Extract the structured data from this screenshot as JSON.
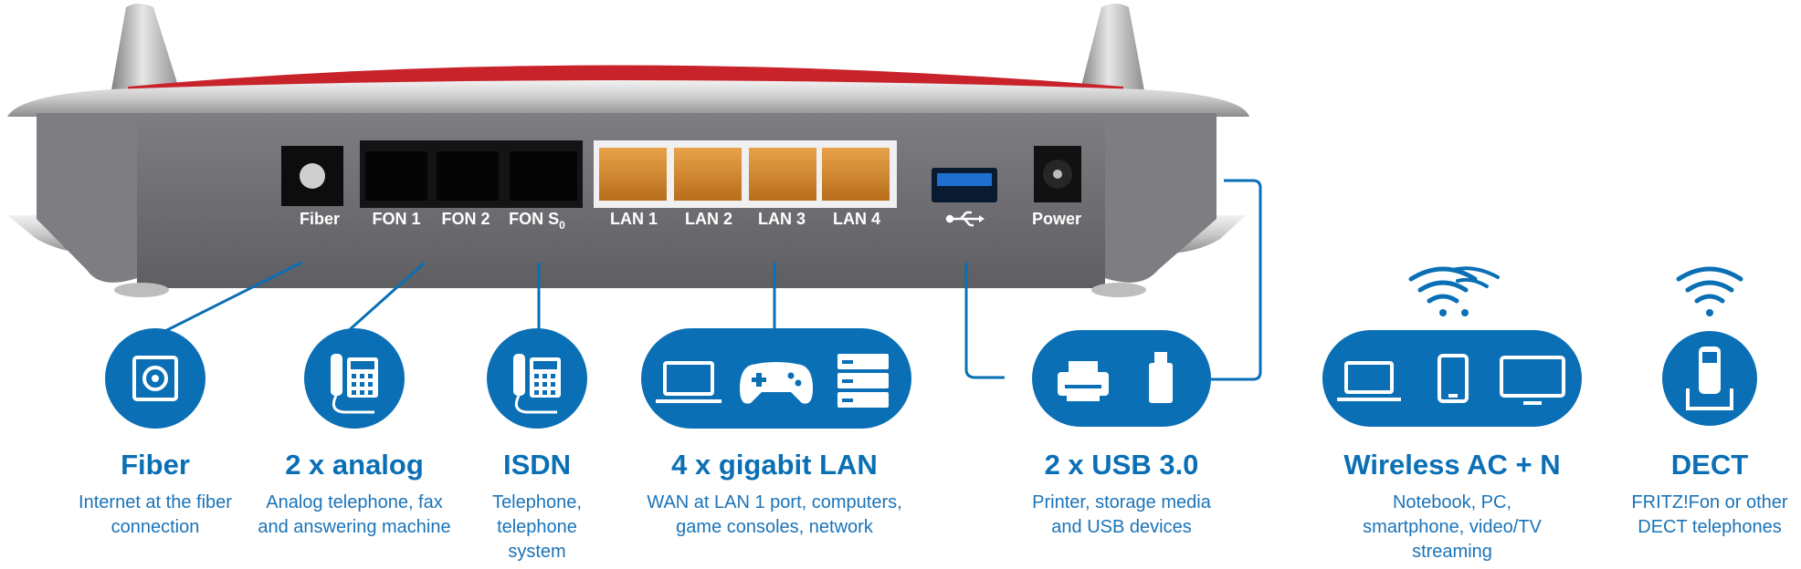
{
  "ports": {
    "fiber": "Fiber",
    "fon1": "FON 1",
    "fon2": "FON 2",
    "fons0": "FON S",
    "fons0_sub": "0",
    "lan1": "LAN 1",
    "lan2": "LAN 2",
    "lan3": "LAN 3",
    "lan4": "LAN 4",
    "power": "Power"
  },
  "icons": {
    "usb_port": "usb-symbol-icon",
    "fiber": "fiber-socket-icon",
    "analog": "telephone-icon",
    "isdn": "telephone-icon",
    "lan": [
      "laptop-icon",
      "gamepad-icon",
      "nas-server-icon"
    ],
    "usb": [
      "printer-icon",
      "usb-stick-icon"
    ],
    "wireless": [
      "wifi-icon",
      "laptop-icon",
      "smartphone-icon",
      "monitor-icon"
    ],
    "dect": [
      "wifi-icon",
      "cordless-phone-icon"
    ]
  },
  "colors": {
    "accent_blue": "#0a6fb5",
    "router_red": "#c8232b",
    "lan_port_orange": "#d38a2a"
  },
  "features": [
    {
      "title": "Fiber",
      "desc": "Internet at the fiber connection"
    },
    {
      "title": "2 x analog",
      "desc": "Analog telephone, fax and answering machine"
    },
    {
      "title": "ISDN",
      "desc": "Telephone, telephone system"
    },
    {
      "title": "4 x gigabit LAN",
      "desc": "WAN at LAN 1 port, computers, game consoles, network"
    },
    {
      "title": "2 x USB 3.0",
      "desc": "Printer, storage media and USB devices"
    },
    {
      "title": "Wireless AC + N",
      "desc": "Notebook, PC, smartphone, video/TV streaming"
    },
    {
      "title": "DECT",
      "desc": "FRITZ!Fon or other DECT telephones"
    }
  ]
}
